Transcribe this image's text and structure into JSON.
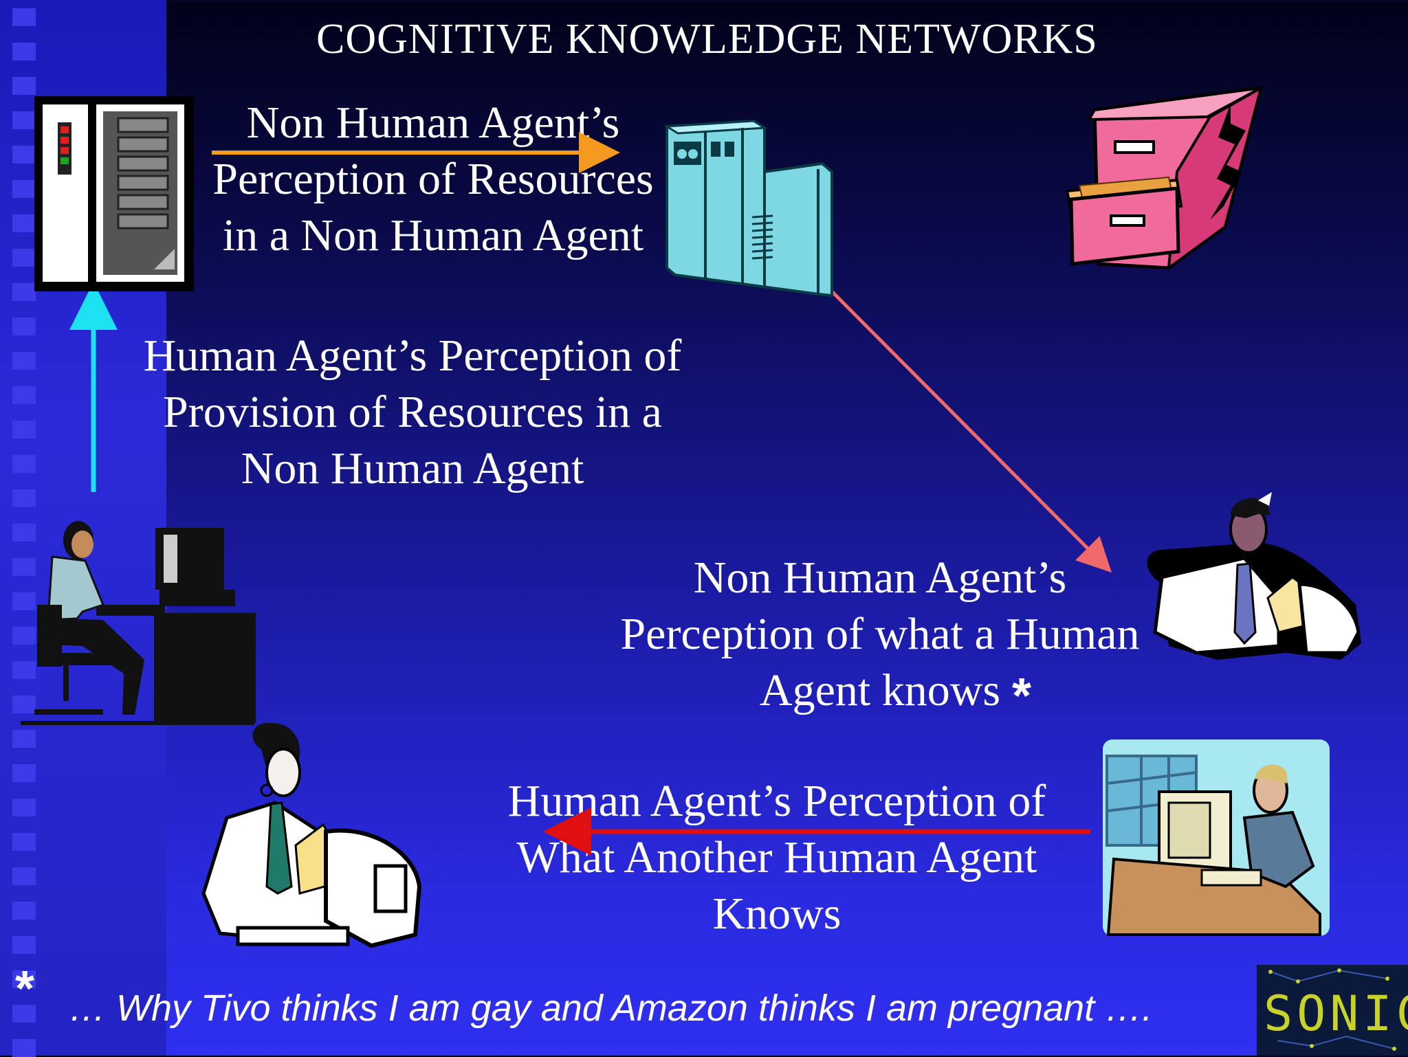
{
  "slide": {
    "title": "COGNITIVE KNOWLEDGE NETWORKS",
    "captions": {
      "non_human_resources": [
        "Non Human Agent’s",
        "Perception of Resources",
        "in a Non Human Agent"
      ],
      "human_provision": [
        "Human Agent’s Perception of",
        "Provision of Resources in a",
        "Non Human Agent"
      ],
      "non_human_knows": [
        "Non Human Agent’s",
        "Perception of what a Human",
        "Agent knows"
      ],
      "human_another": [
        "Human Agent’s Perception of",
        "What Another Human Agent",
        "Knows"
      ]
    },
    "asterisk": "*",
    "footer": "… Why Tivo thinks I am gay and Amazon thinks I am pregnant ….",
    "logo_text": "SONIC"
  },
  "icons": [
    "server-rack-icon",
    "mainframe-computer-icon",
    "filing-cabinet-icon",
    "woman-at-computer-icon",
    "man-with-tie-at-computer-icon",
    "woman-at-computer-clipart-icon",
    "man-at-desk-computer-icon"
  ],
  "colors": {
    "arrow_orange": "#f59a1e",
    "arrow_cyan": "#1de0f0",
    "arrow_salmon": "#f06a6a",
    "arrow_red": "#e01010",
    "logo_text": "#c8d22a"
  }
}
